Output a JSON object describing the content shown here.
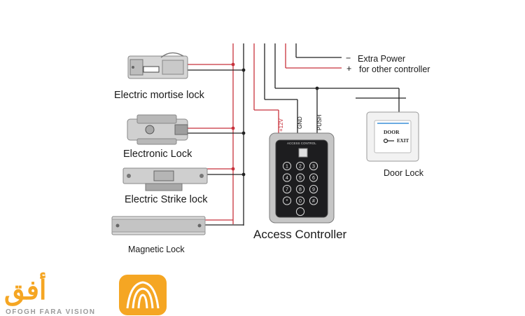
{
  "devices": {
    "mortise": "Electric mortise lock",
    "electronic": "Electronic Lock",
    "strike": "Electric Strike lock",
    "magnetic": "Magnetic Lock",
    "controller": "Access Controller",
    "door": "Door Lock"
  },
  "power": {
    "minus_sign": "−",
    "plus_sign": "+",
    "line1": "Extra Power",
    "line2": "for other controller"
  },
  "terminals": {
    "v12": "+12V",
    "gnd": "GND",
    "push": "PUSH"
  },
  "exit_button": {
    "line1": "DOOR",
    "line2": "EXIT"
  },
  "keypad": {
    "header": "ACCESS CONTROL",
    "keys": [
      "1",
      "2",
      "3",
      "4",
      "5",
      "6",
      "7",
      "8",
      "9",
      "*",
      "0",
      "#"
    ]
  },
  "logo": {
    "arabic": "أفق",
    "latin": "OFOGH FARA VISION"
  },
  "colors": {
    "wire_black": "#222222",
    "wire_red": "#c8323c",
    "brand_orange": "#f5a623",
    "brand_gray": "#9b9b9b"
  }
}
